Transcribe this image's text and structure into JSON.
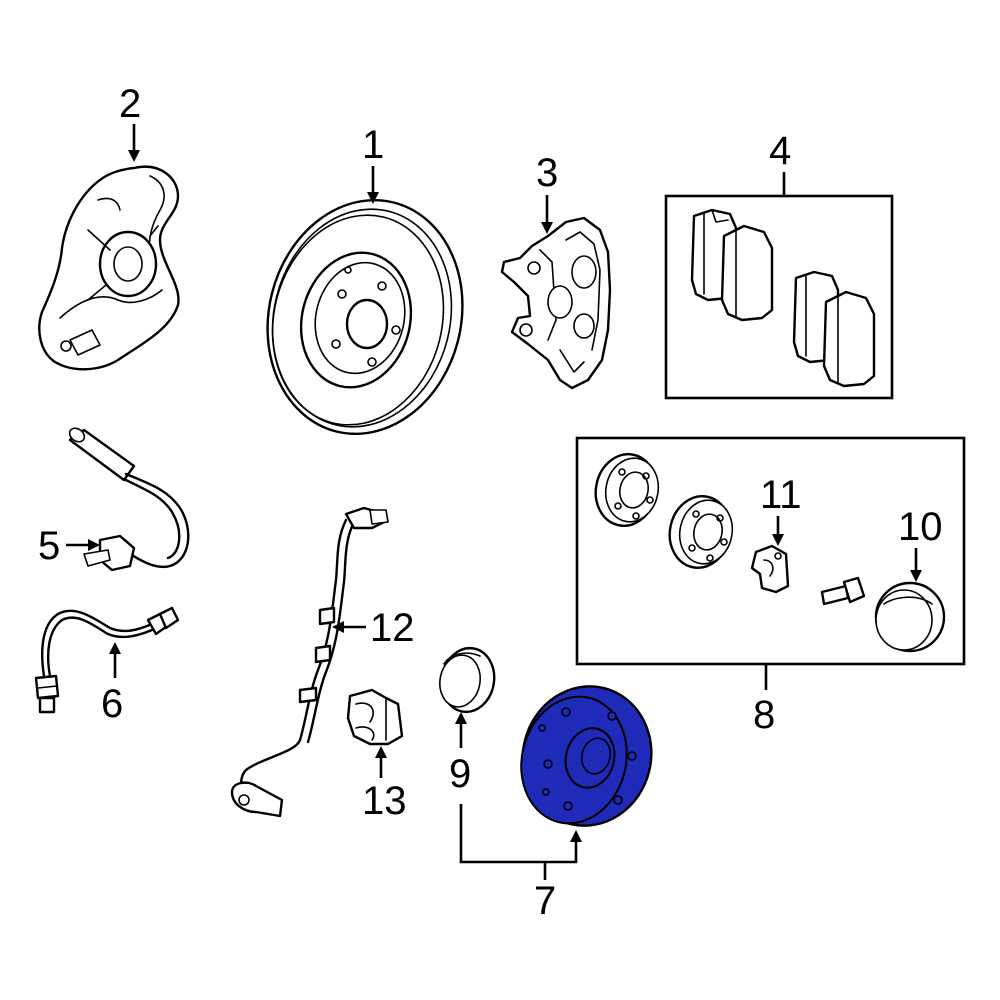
{
  "callouts": {
    "c1": "1",
    "c2": "2",
    "c3": "3",
    "c4": "4",
    "c5": "5",
    "c6": "6",
    "c7": "7",
    "c8": "8",
    "c9": "9",
    "c10": "10",
    "c11": "11",
    "c12": "12",
    "c13": "13"
  },
  "colors": {
    "line": "#000000",
    "background": "#ffffff",
    "highlight_fill": "#1f2bb8"
  },
  "highlighted_part": "7"
}
